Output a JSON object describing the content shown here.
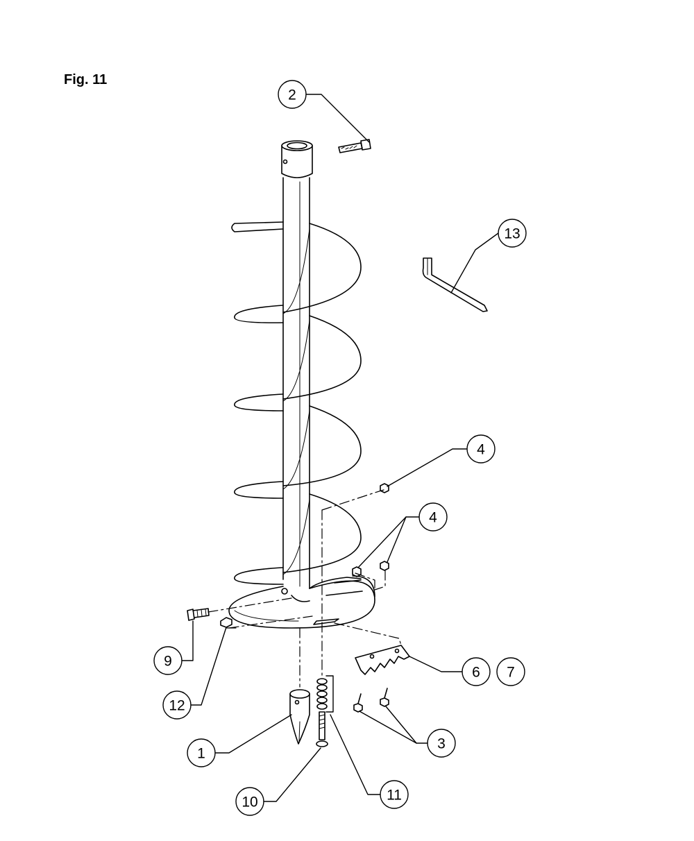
{
  "figure": {
    "title": "Fig. 11"
  },
  "callouts": [
    {
      "id": "c2",
      "label": "2"
    },
    {
      "id": "c13",
      "label": "13"
    },
    {
      "id": "c4a",
      "label": "4"
    },
    {
      "id": "c4b",
      "label": "4"
    },
    {
      "id": "c9",
      "label": "9"
    },
    {
      "id": "c12",
      "label": "12"
    },
    {
      "id": "c6",
      "label": "6"
    },
    {
      "id": "c7",
      "label": "7"
    },
    {
      "id": "c3",
      "label": "3"
    },
    {
      "id": "c1",
      "label": "1"
    },
    {
      "id": "c10",
      "label": "10"
    },
    {
      "id": "c11",
      "label": "11"
    }
  ],
  "colors": {
    "line": "#000000",
    "background": "#ffffff"
  }
}
